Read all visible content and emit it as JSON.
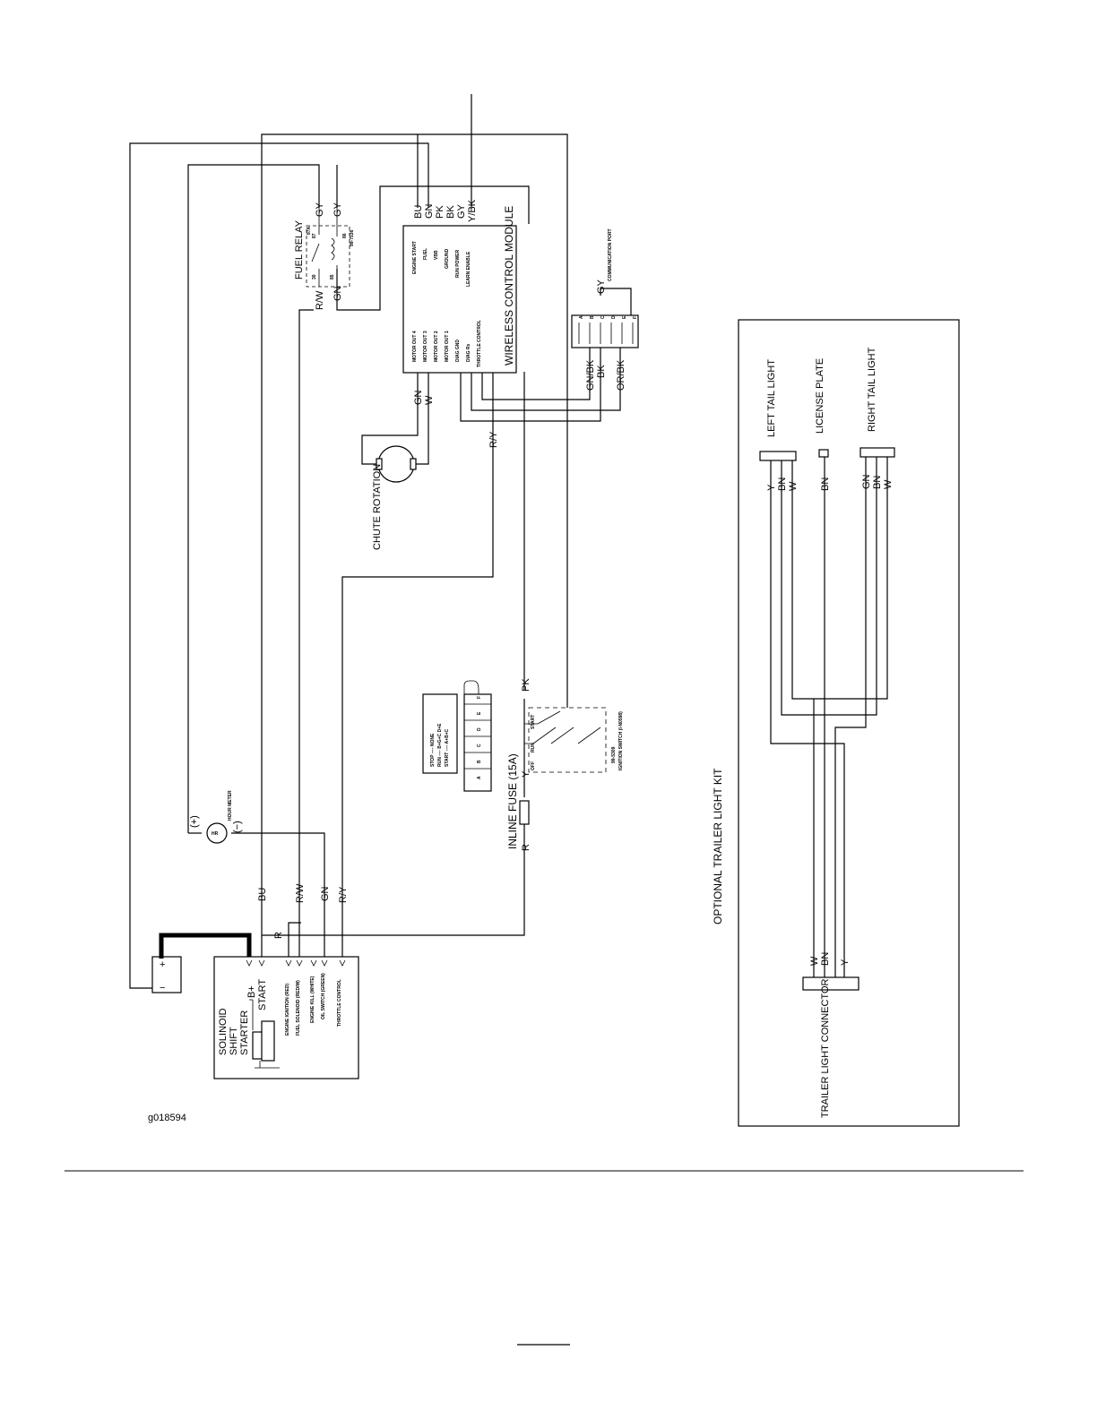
{
  "figure_id": "g018594",
  "trailer_kit": {
    "title": "OPTIONAL TRAILER LIGHT KIT",
    "left_tail_light": "LEFT TAIL LIGHT",
    "license_plate": "LICENSE PLATE",
    "right_tail_light": "RIGHT TAIL LIGHT",
    "connector": "TRAILER LIGHT CONNECTOR",
    "left_wires": [
      "Y",
      "BN",
      "W"
    ],
    "plate_wires": [
      "BN"
    ],
    "right_wires": [
      "GN",
      "BN",
      "W"
    ],
    "connector_wires": [
      "W",
      "BN",
      "Y"
    ]
  },
  "module": {
    "title": "WIRELESS CONTROL MODULE",
    "top_pins": [
      "ENGINE START",
      "FUEL",
      "VBB",
      "GROUND",
      "RUN POWER",
      "LEARN ENABLE"
    ],
    "bottom_pins": [
      "MOTOR OUT 4",
      "MOTOR OUT 3",
      "MOTOR OUT 2",
      "MOTOR OUT 1",
      "DIAG GND",
      "DIAG Rx",
      "THROTTLE CONTROL"
    ],
    "top_wires": [
      "BU",
      "GN",
      "PK",
      "BK",
      "GY",
      "Y/BK"
    ],
    "bottom_wires": [
      "GN",
      "W"
    ],
    "r_y": "R/Y"
  },
  "fuel_relay": {
    "title": "FUEL RELAY",
    "wires_top": [
      "GY",
      "GY"
    ],
    "wires_bottom": [
      "R/W",
      "GN"
    ],
    "pins": [
      "87",
      "87A",
      "30",
      "86",
      "85"
    ],
    "part": "99-7536"
  },
  "comm_port": {
    "title": "COMMUNICATION PORT",
    "pins": [
      "A",
      "B",
      "C",
      "D",
      "E",
      "F"
    ],
    "wires": [
      "GN/BK",
      "BK",
      "OR/BK",
      "GY"
    ]
  },
  "chute": {
    "label": "CHUTE ROTATION"
  },
  "ignition": {
    "table_rows": [
      "STOP ---- NONE",
      "RUN ---- B+G+C D+E",
      "START ---- A+B+C"
    ],
    "table_cols": [
      "A",
      "B",
      "C",
      "D",
      "E",
      "F"
    ],
    "positions": [
      "OFF",
      "RUN",
      "START"
    ],
    "part": "99-5309",
    "label": "IGNITION SWITCH (I-N0598)",
    "wires": [
      "PK",
      "Y"
    ]
  },
  "fuse": {
    "label": "INLINE FUSE (15A)",
    "wire": "R"
  },
  "hour_meter": {
    "label": "HOUR METER",
    "symbol": "HR",
    "plus": "(+)",
    "minus": "(−)"
  },
  "engine": {
    "labels": [
      "SOLINOID",
      "SHIFT",
      "STARTER"
    ],
    "b_plus": "B+",
    "start": "START",
    "terminals": [
      "ENGINE IGNITION (RED)",
      "FUEL SOLENOID (RED/W)",
      "ENGINE KILL (WHITE)",
      "OIL SWITCH (GREEN)",
      "THROTTLE CONTROL"
    ],
    "wires": [
      "BU",
      "R/W",
      "GN",
      "R/Y",
      "R"
    ]
  },
  "battery": {
    "plus": "+",
    "minus": "−"
  }
}
